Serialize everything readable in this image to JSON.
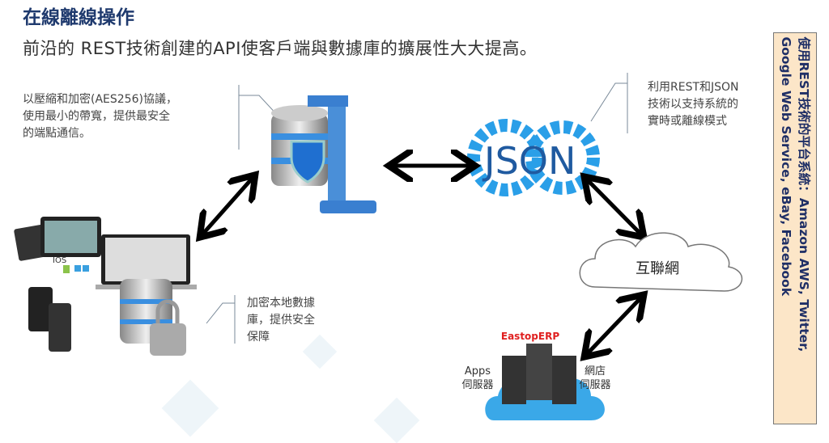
{
  "header": {
    "title": "在線離線操作",
    "subtitle": "前沿的 REST技術創建的API使客戶端與數據庫的擴展性大大提高。"
  },
  "notes": {
    "compression": [
      "以壓縮和加密(AES256)協議，",
      "使用最小的帶寬，提供最安全",
      "的端點通信。"
    ],
    "json": [
      "利用REST和JSON",
      "技術以支持系統的",
      "實時或離線模式"
    ],
    "local_db": [
      "加密本地數據",
      "庫，提供安全",
      "保障"
    ]
  },
  "diagram": {
    "json_label": "JSON",
    "internet_label": "互聯網",
    "device_os": "IOS",
    "server_brand": "EastopERP",
    "apps_server": [
      "Apps",
      "伺服器"
    ],
    "web_server": [
      "網店",
      "伺服器"
    ]
  },
  "side_box": {
    "lines": [
      "使用REST技術的平台系統：Amazon AWS, Twitter,",
      "Google Web Service, eBay, Facebook"
    ]
  },
  "colors": {
    "title": "#1f3a6e",
    "side_bg": "#fce6c8",
    "brand_red": "#e02020",
    "accent_blue": "#2a8fd8"
  }
}
